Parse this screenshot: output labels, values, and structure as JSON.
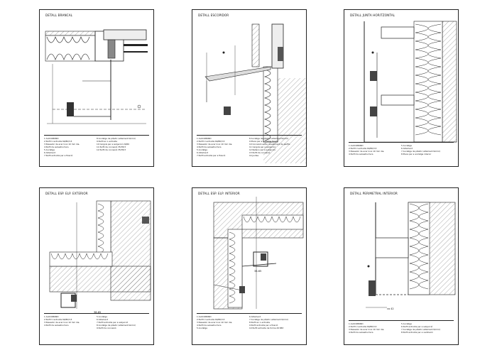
{
  "sheets": [
    {
      "title": "DETALL BRANCAL",
      "legend_left": [
        "1 ALUCOBOND",
        "2 Perfil U extruïda 60/80/3,5",
        "3 Passador de acer Inox 10 mm dia.",
        "4 Perfil de subestructura",
        "5 Anclatge",
        "6 Aïllament",
        "7 Perfil extruïda per a fixació"
      ],
      "legend_right": [
        "8 Anclatge de plàstic (aïllament tèrmic)",
        "9 Perfil en L extruïda",
        "10 Cargols per a subjecció 20/60",
        "11 Perfil de connexió 35/35/3",
        "12 Perfil de connexió 35/35/3"
      ]
    },
    {
      "title": "DETALL ESCOPIDOR",
      "legend_left": [
        "1 ALUCOBOND",
        "2 Perfil U extruïda 60/80/3,5",
        "3 Passador de acer Inox 10 mm dia.",
        "4 Perfil de subestructura",
        "5 Anclatge",
        "6 Aïllament",
        "7 Perfil extruïda per a fixació"
      ],
      "legend_right": [
        "8 Anclatge de plàstic (aïllament tèrmic)",
        "9 Placa per a anclatge fixada",
        "10 Connexió entre revestiment de perfils",
        "11 Cargols per a subjecció",
        "12 Relleno per a subjecció",
        "13 Perfil de connexió",
        "14 Juntes"
      ]
    },
    {
      "title": "DETALL JUNTA HORITZONTAL",
      "legend_left": [
        "1 ALUCOBOND",
        "2 Perfil U extruïda 60/80/3,5",
        "3 Passador de acer Inox 10 mm dia.",
        "4 Perfil de subestructura"
      ],
      "legend_right": [
        "5 Anclatge",
        "6 Aïllament",
        "7 Anclatge de plàstic (aïllament tèrmic)",
        "8 Placa per a anclatge interior"
      ]
    },
    {
      "title": "DETALL ESP. ELP. EXTERIOR",
      "legend_left": [
        "1 ALUCOBOND",
        "2 Perfil U extruïda 60/80/3,5",
        "3 Passador de acer Inox 10 mm dia.",
        "4 Perfil de subestructura"
      ],
      "legend_right": [
        "5 Anclatge",
        "6 Aïllament",
        "7 Perfil extruïda per a subjecció",
        "8 Anclatge de plàstic (aïllament tèrmic)",
        "9 Perfil de connexió"
      ]
    },
    {
      "title": "DETALL ESP. ELP. INTERIOR",
      "legend_left": [
        "1 ALUCOBOND",
        "2 Perfil U extruïda 60/80/3,5",
        "3 Passador de acer Inox 10 mm dia.",
        "4 Perfil de subestructura",
        "5 Anclatge"
      ],
      "legend_right": [
        "6 Aïllament",
        "7 Anclatge de plàstic (aïllament tèrmic)",
        "8 Perfil en L extruïda",
        "9 Perfil extruïda per a fixació",
        "10 Perfil extruïda de forma 29 883"
      ]
    },
    {
      "title": "DETALL PERIMETRAL INTERIOR",
      "legend_left": [
        "1 ALUCOBOND",
        "2 Perfil U extruïda 60/80/3,5",
        "3 Passador de acer Inox 10 mm dia.",
        "4 Perfil de subestructura"
      ],
      "legend_right": [
        "5 Anclatge",
        "6 Perfil extruïda per a subjecció",
        "7 Anclatge de plàstic (aïllament tèrmic)",
        "8 Perfil extruïda per a ventilació"
      ]
    }
  ],
  "annotations": {
    "dim_a": "38-65",
    "dim_b": "ca 42",
    "dim_c": "38-65"
  }
}
